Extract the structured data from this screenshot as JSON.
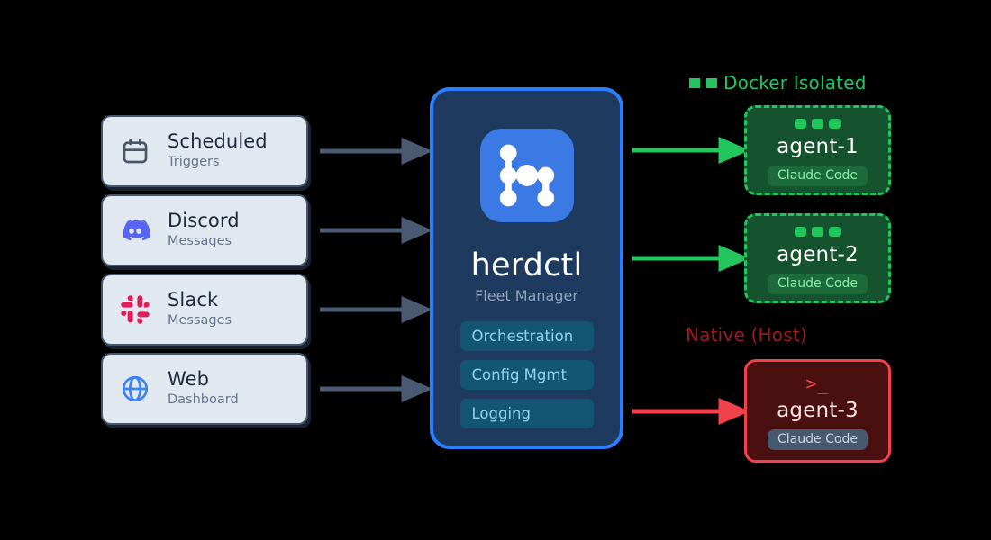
{
  "sources": [
    {
      "icon": "calendar-icon",
      "title": "Scheduled",
      "subtitle": "Triggers",
      "color": "#475569"
    },
    {
      "icon": "discord-icon",
      "title": "Discord",
      "subtitle": "Messages",
      "color": "#5865f2"
    },
    {
      "icon": "slack-icon",
      "title": "Slack",
      "subtitle": "Messages",
      "color": "#e01e5a"
    },
    {
      "icon": "globe-icon",
      "title": "Web",
      "subtitle": "Dashboard",
      "color": "#3b82f6"
    }
  ],
  "hub": {
    "name": "herdctl",
    "role": "Fleet Manager",
    "logo_icon": "node-graph-icon",
    "border_color": "#2b7fff",
    "background_color": "#1e3a5f",
    "pills": [
      {
        "label": "Orchestration"
      },
      {
        "label": "Config Mgmt"
      },
      {
        "label": "Logging"
      }
    ]
  },
  "zones": {
    "docker": {
      "label": "Docker Isolated",
      "color": "#22c55e"
    },
    "native": {
      "label": "Native (Host)",
      "color": "#9b1c1c"
    }
  },
  "agents": [
    {
      "name": "agent-1",
      "badge": "Claude Code",
      "mode": "docker",
      "icon": "three-squares-icon"
    },
    {
      "name": "agent-2",
      "badge": "Claude Code",
      "mode": "docker",
      "icon": "three-squares-icon"
    },
    {
      "name": "agent-3",
      "badge": "Claude Code",
      "mode": "native",
      "icon": "terminal-prompt-icon",
      "terminal_glyph": ">_"
    }
  ],
  "arrows": {
    "input_color": "#4a5a70",
    "docker_color": "#22c55e",
    "native_color": "#f0414c"
  }
}
